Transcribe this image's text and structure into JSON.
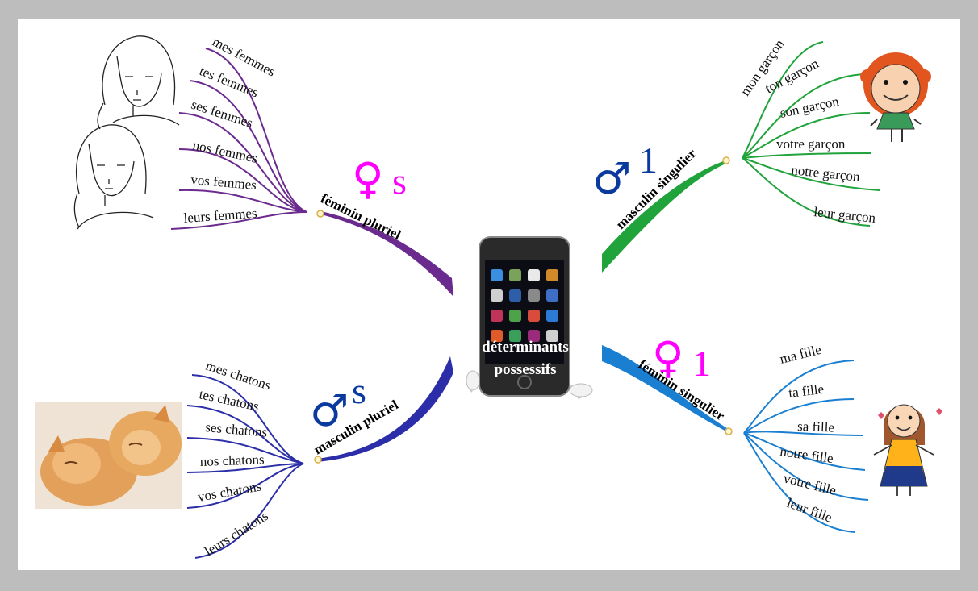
{
  "center": {
    "line1": "déterminants",
    "line2": "possessifs"
  },
  "colors": {
    "feminin_pluriel": "#6b2a8e",
    "masculin_pluriel": "#2b2ea8",
    "masculin_singulier": "#1fa33a",
    "feminin_singulier": "#1a7fd0",
    "female_symbol": "#ff00ff",
    "male_symbol": "#0b3a9e"
  },
  "branches": {
    "feminin_pluriel": {
      "label": "féminin pluriel",
      "symbol": "♀",
      "suffix": "s",
      "items": [
        "mes femmes",
        "tes femmes",
        "ses femmes",
        "nos femmes",
        "vos femmes",
        "leurs femmes"
      ]
    },
    "masculin_pluriel": {
      "label": "masculin pluriel",
      "symbol": "♂",
      "suffix": "s",
      "items": [
        "mes chatons",
        "tes chatons",
        "ses chatons",
        "nos chatons",
        "vos chatons",
        "leurs chatons"
      ]
    },
    "masculin_singulier": {
      "label": "masculin singulier",
      "symbol": "♂",
      "suffix": "1",
      "items": [
        "mon garçon",
        "ton garçon",
        "son garçon",
        "votre garçon",
        "notre garçon",
        "leur garçon"
      ]
    },
    "feminin_singulier": {
      "label": "féminin singulier",
      "symbol": "♀",
      "suffix": "1",
      "items": [
        "ma fille",
        "ta fille",
        "sa fille",
        "notre fille",
        "votre fille",
        "leur fille"
      ]
    }
  }
}
